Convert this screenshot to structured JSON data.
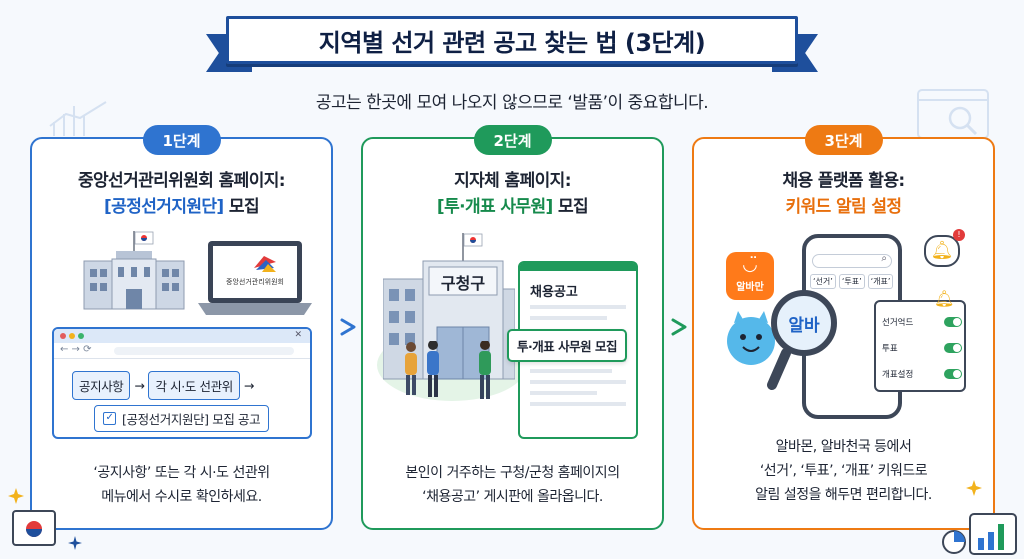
{
  "title": "지역별 선거 관련 공고 찾는 법 (3단계)",
  "subtitle": "공고는 한곳에 모여 나오지 않으므로 ‘발품’이 중요합니다.",
  "steps": [
    {
      "badge": "1단계",
      "heading_line1": "중앙선거관리위원회 홈페이지:",
      "heading_highlight": "[공정선거지원단]",
      "heading_suffix": " 모집",
      "laptop_logo_text": "중앙선거관리위원회",
      "path_step1": "공지사항",
      "path_step2": "각 시·도 선관위",
      "path_result": "[공정선거지원단] 모집 공고",
      "desc_line1": "‘공지사항’ 또는 각 시·도 선관위",
      "desc_line2": "메뉴에서 수시로 확인하세요."
    },
    {
      "badge": "2단계",
      "heading_line1": "지자체 홈페이지:",
      "heading_highlight": "[투·개표 사무원]",
      "heading_suffix": " 모집",
      "building_sign": "구청구",
      "board_title": "채용공고",
      "board_highlight": "투·개표 사무원 모집",
      "desc_line1": "본인이 거주하는 구청/군청 홈페이지의",
      "desc_line2": "‘채용공고’ 게시판에 올라옵니다."
    },
    {
      "badge": "3단계",
      "heading_line1": "채용 플랫폼 활용:",
      "heading_highlight": "키워드 알림 설정",
      "app_label": "알바만",
      "magnifier_text": "알바",
      "phone_tags": [
        "‘선거’",
        "‘투표’",
        "‘개표’"
      ],
      "toggles": [
        "선거억드",
        "투표",
        "개표설정"
      ],
      "desc_line1": "알바몬, 알바천국 등에서",
      "desc_line2": "‘선거’, ‘투표’, ‘개표’ 키워드로",
      "desc_line3": "알림 설정을 해두면 편리합니다."
    }
  ],
  "colors": {
    "step1": "#2f74d0",
    "step2": "#1f9a5b",
    "step3": "#ee7a13",
    "ribbon": "#1e4f9c"
  }
}
